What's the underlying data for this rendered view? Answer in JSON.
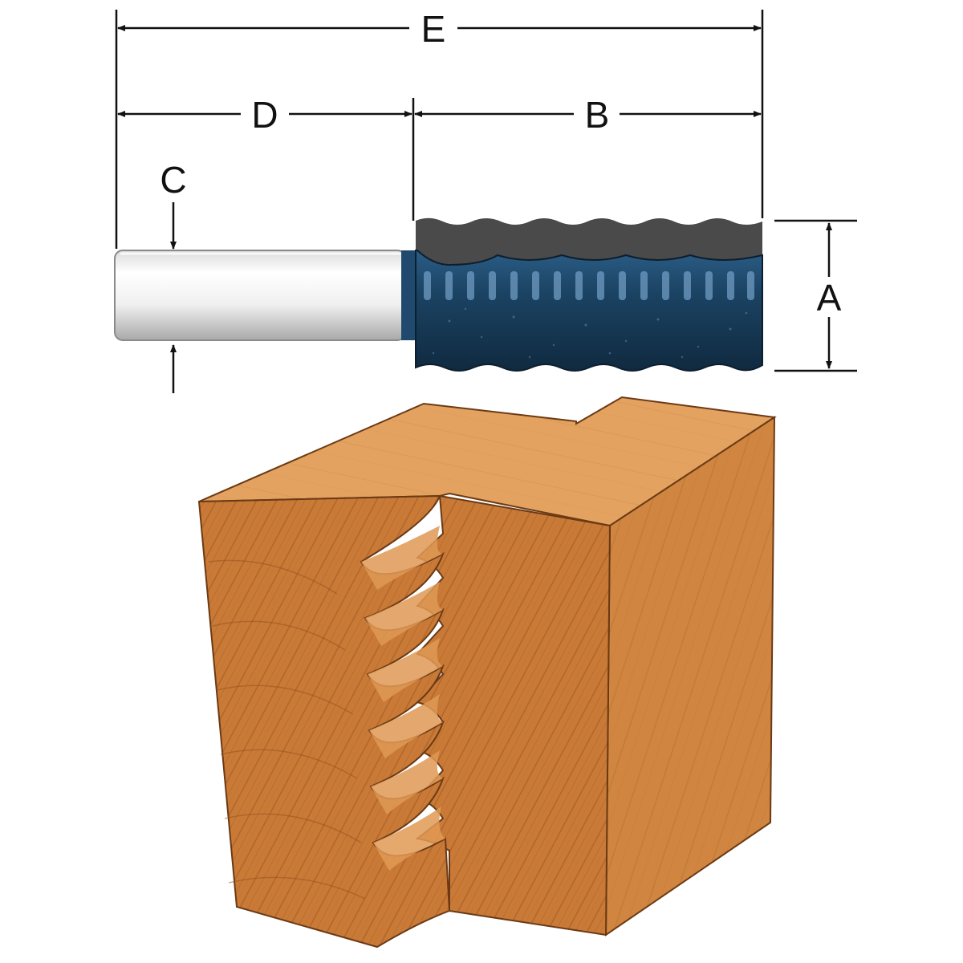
{
  "labels": {
    "overall_length": "E",
    "shank_length": "D",
    "cutting_length": "B",
    "shank_diameter": "C",
    "cutting_diameter": "A"
  },
  "colors": {
    "line": "#111111",
    "shank_light": "#f4f4f4",
    "shank_shadow": "#bdbdbd",
    "cutter_body": "#1b4363",
    "cutter_dark": "#15253a",
    "carbide_flute": "#4e4e4e",
    "wood_top": "#e4a463",
    "wood_front": "#c97a37",
    "wood_side": "#d28841",
    "wood_grain": "#8f4c1c",
    "wood_edge": "#6b3a15"
  },
  "icons": {
    "router_bit": "fluted-router-bit-icon",
    "wood_block": "wood-block-profile-icon"
  }
}
